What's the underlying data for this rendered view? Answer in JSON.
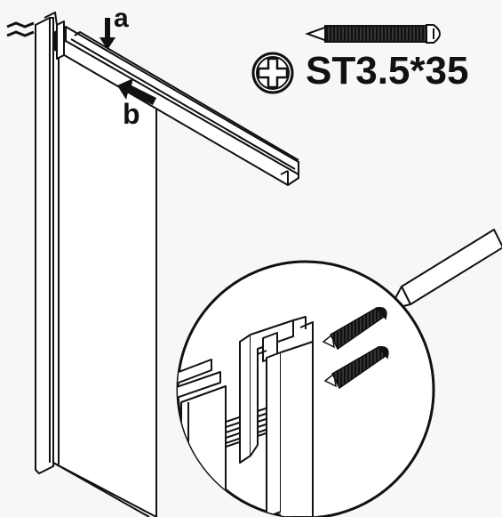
{
  "labels": {
    "part_a": "a",
    "part_b": "b",
    "screw_spec": "ST3.5*35"
  },
  "icons": {
    "screw": "screw-icon",
    "phillips_head": "phillips-head-icon",
    "pencil": "pencil-icon"
  },
  "colors": {
    "line": "#111111",
    "background": "#f7f7f7",
    "panel": "#ffffff"
  }
}
